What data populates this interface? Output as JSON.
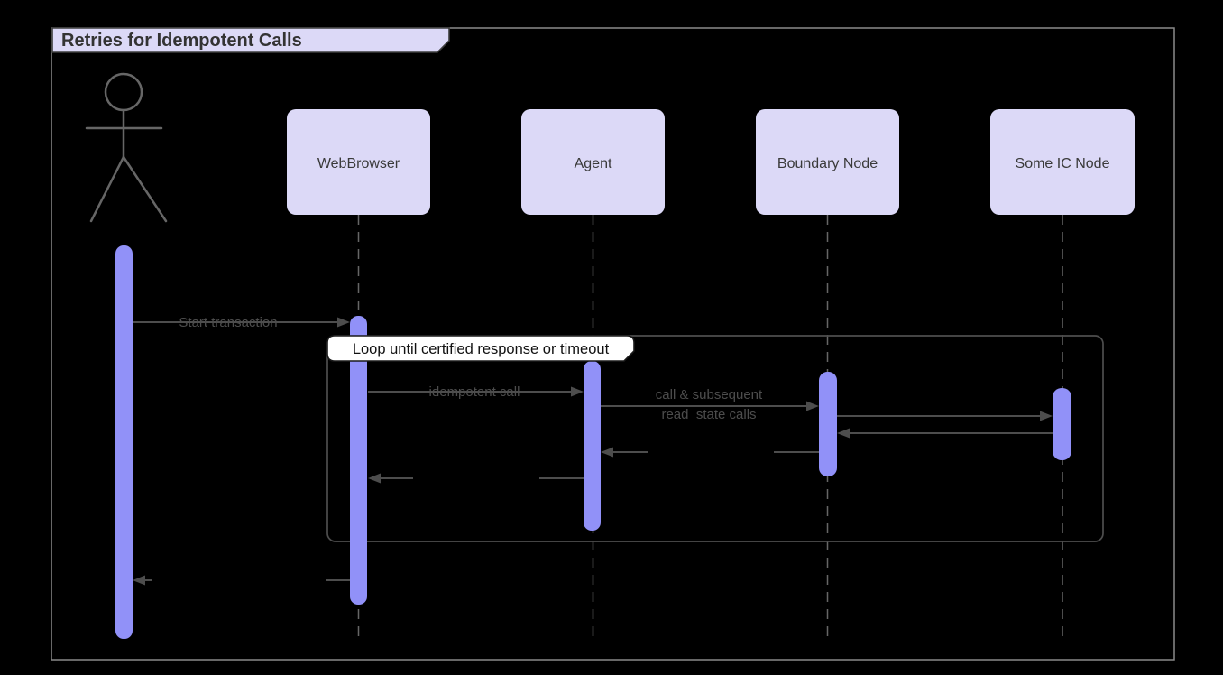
{
  "title": "Retries for Idempotent Calls",
  "participants": [
    {
      "label": "WebBrowser"
    },
    {
      "label": "Agent"
    },
    {
      "label": "Boundary Node"
    },
    {
      "label": "Some IC Node"
    }
  ],
  "loop_frame": {
    "label": "Loop until certified response or timeout"
  },
  "messages": [
    {
      "from": "User",
      "to": "WebBrowser",
      "label": "Start transaction"
    },
    {
      "from": "WebBrowser",
      "to": "Agent",
      "label": "idempotent call"
    },
    {
      "from": "Agent",
      "to": "Boundary Node",
      "label_lines": [
        "call & subsequent",
        "read_state calls"
      ]
    },
    {
      "from": "Boundary Node",
      "to": "Some IC Node",
      "label": ""
    },
    {
      "from": "Some IC Node",
      "to": "Boundary Node",
      "label": ""
    },
    {
      "from": "Boundary Node",
      "to": "Agent",
      "label": ""
    },
    {
      "from": "Agent",
      "to": "WebBrowser",
      "label": ""
    },
    {
      "from": "WebBrowser",
      "to": "User",
      "label": ""
    }
  ],
  "colors": {
    "background": "#000000",
    "diagram_border": "#8a8a8a",
    "participant_fill": "#dcd9f7",
    "activation_fill": "#9191f8",
    "message_line": "#4d4d4d",
    "lifeline": "#666666",
    "loop_frame_border": "#4d4d4d",
    "loop_label_bg": "#ffffff",
    "title_tab_fill": "#dcd9f7"
  }
}
